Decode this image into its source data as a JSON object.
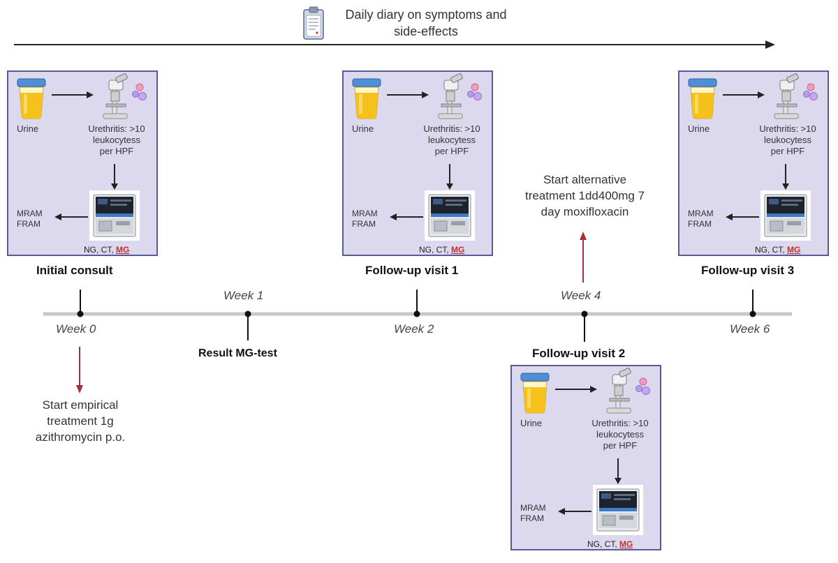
{
  "diary": {
    "text_line1": "Daily diary on symptoms and",
    "text_line2": "side-effects"
  },
  "visit_box": {
    "urine_label": "Urine",
    "urethritis_line1": "Urethritis: >10",
    "urethritis_line2": "leukocytess",
    "urethritis_line3": "per HPF",
    "mram_line1": "MRAM",
    "mram_line2": "FRAM",
    "tests_prefix": "NG, CT, ",
    "tests_mg": "MG"
  },
  "visits": [
    {
      "title": "Initial consult"
    },
    {
      "title": "Follow-up visit 1"
    },
    {
      "title": "Follow-up visit 2"
    },
    {
      "title": "Follow-up visit 3"
    }
  ],
  "weeks": [
    "Week 0",
    "Week 1",
    "Week 2",
    "Week 4",
    "Week 6"
  ],
  "result_label": "Result MG-test",
  "treatment_empirical": {
    "line1": "Start empirical",
    "line2": "treatment 1g",
    "line3": "azithromycin p.o."
  },
  "treatment_alternative": {
    "line1": "Start alternative",
    "line2": "treatment 1dd400mg 7",
    "line3": "day moxifloxacin"
  },
  "colors": {
    "box_fill": "#dcd9ef",
    "box_border": "#555c93",
    "timeline": "#c8c8c8",
    "treatment_arrow": "#a5303a",
    "mg_highlight": "#c0302f"
  }
}
